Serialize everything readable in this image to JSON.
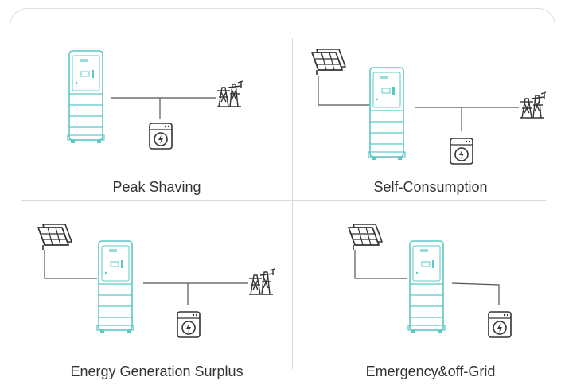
{
  "panels": [
    {
      "caption": "Peak Shaving"
    },
    {
      "caption": "Self-Consumption"
    },
    {
      "caption": "Energy Generation Surplus"
    },
    {
      "caption": "Emergency&off-Grid"
    }
  ],
  "colors": {
    "battery": "#5cc8c4",
    "line": "#555555",
    "icon": "#333333",
    "divider": "#d9d9d9",
    "text": "#333333"
  },
  "icons": {
    "battery": "battery-storage-cabinet-icon",
    "solar": "solar-panel-icon",
    "grid": "power-grid-tower-icon",
    "appliance": "washing-machine-icon"
  }
}
